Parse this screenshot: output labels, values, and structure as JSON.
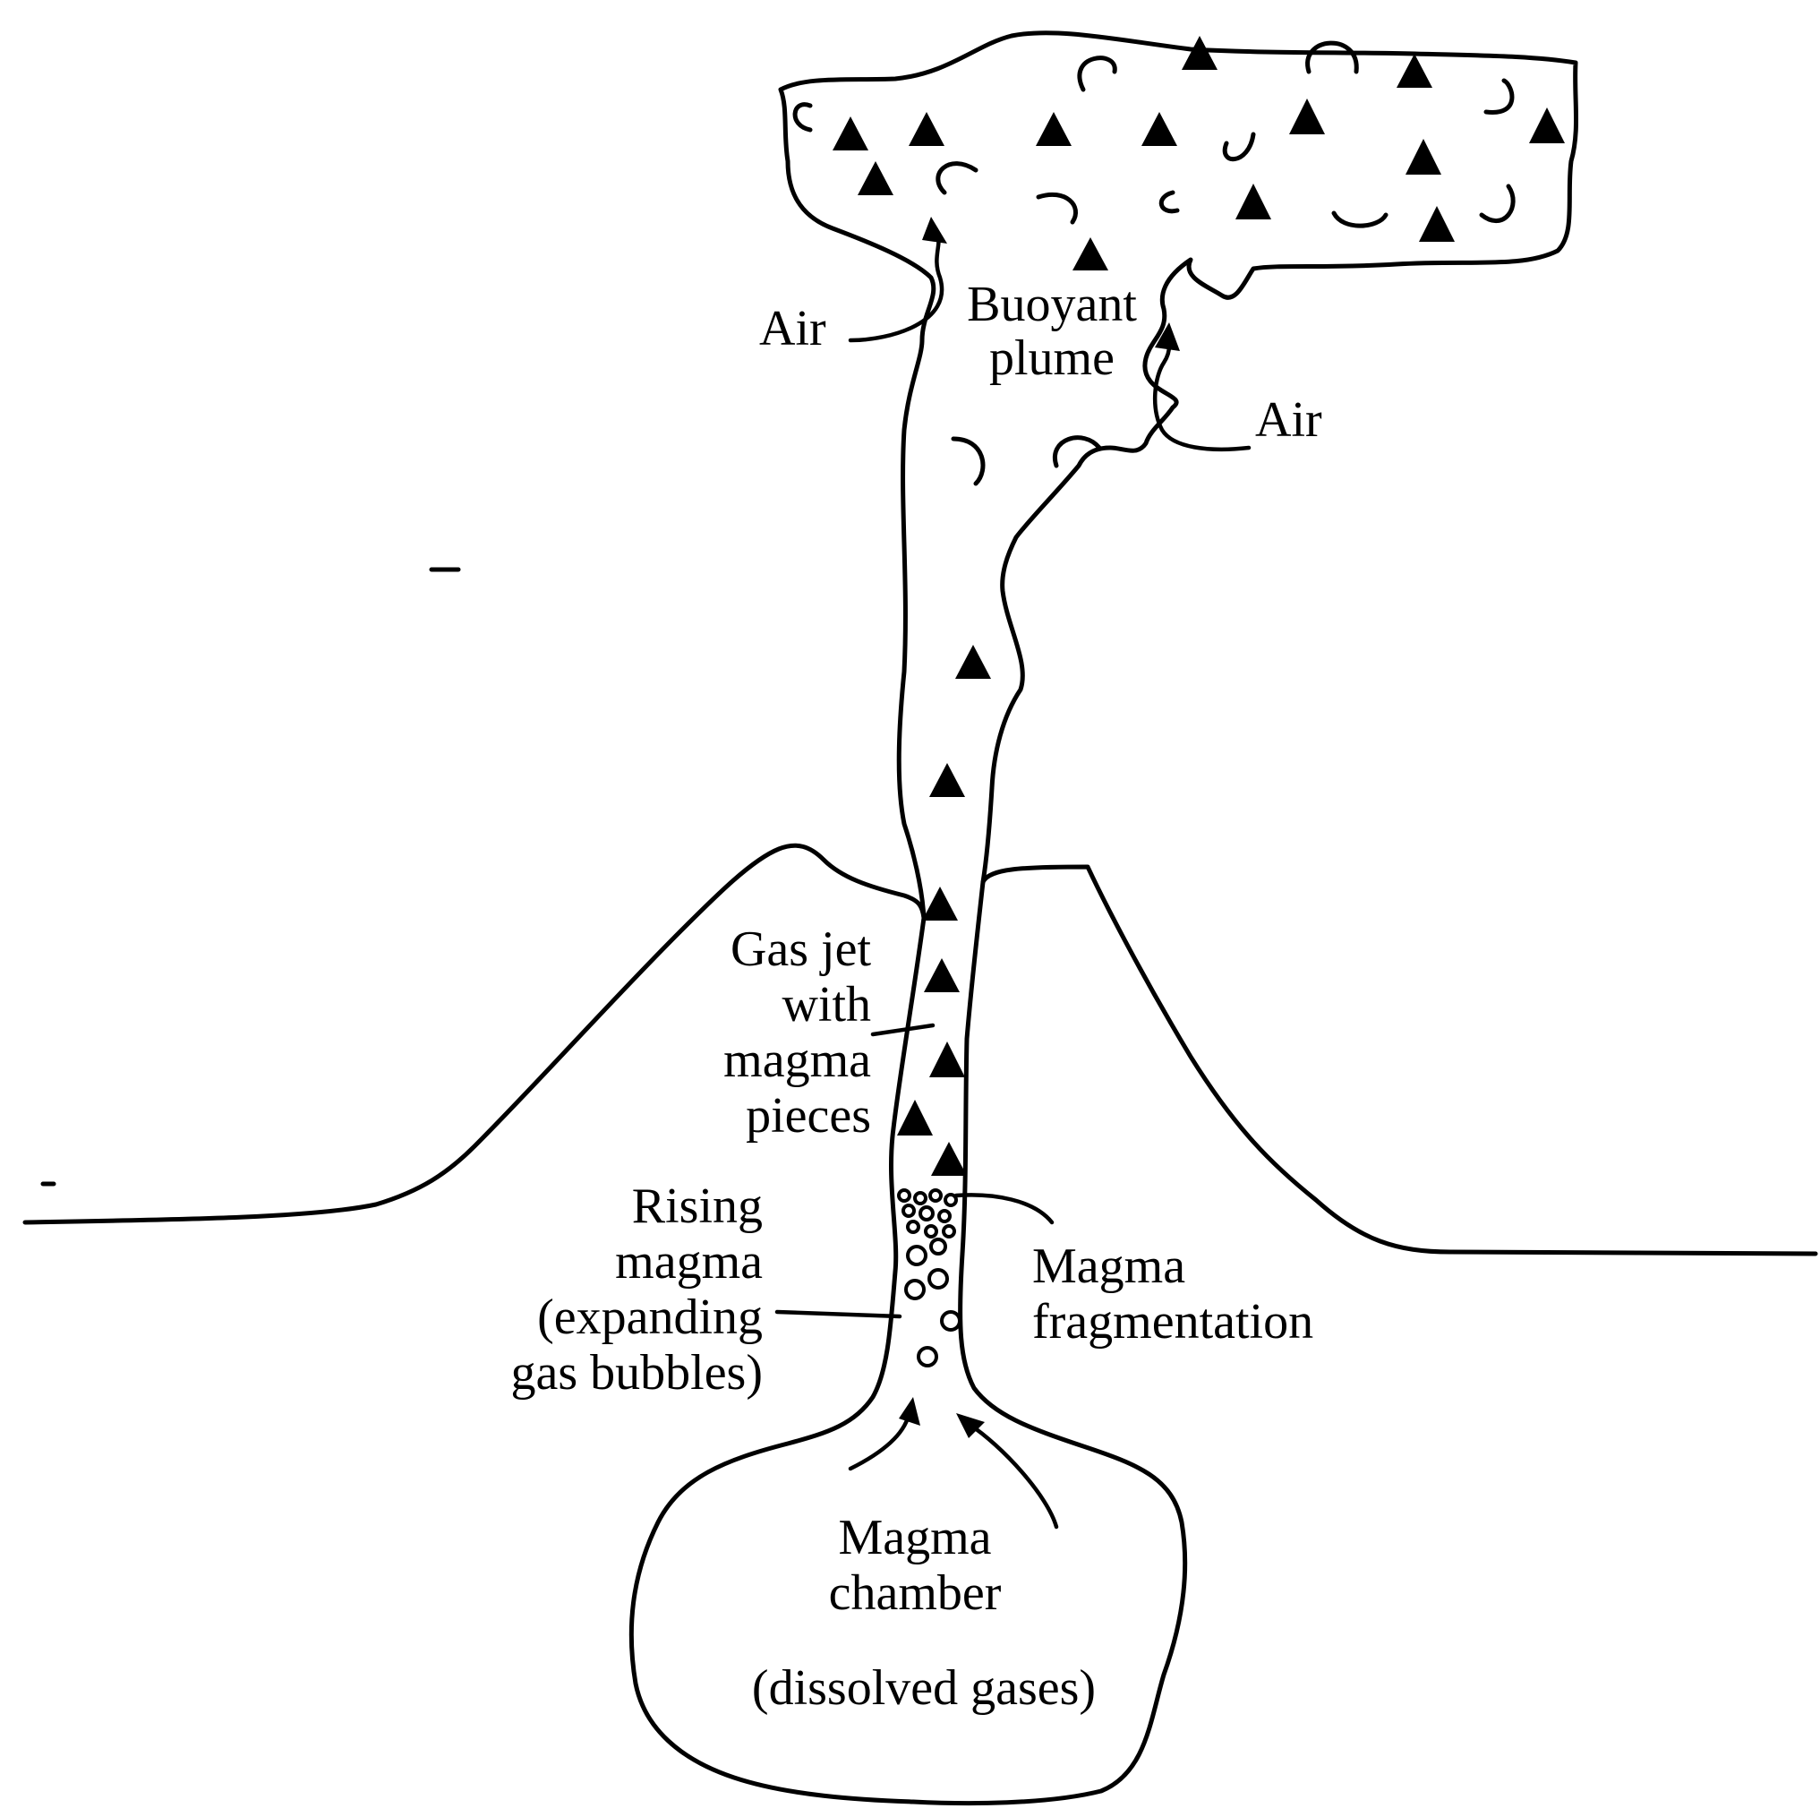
{
  "labels": {
    "air_left": "Air",
    "buoyant_plume_1": "Buoyant",
    "buoyant_plume_2": "plume",
    "air_right": "Air",
    "gas_jet_1": "Gas jet",
    "gas_jet_2": "with",
    "gas_jet_3": "magma",
    "gas_jet_4": "pieces",
    "rising_1": "Rising",
    "rising_2": "magma",
    "rising_3": "(expanding",
    "rising_4": "gas bubbles)",
    "fragmentation_1": "Magma",
    "fragmentation_2": "fragmentation",
    "chamber_1": "Magma",
    "chamber_2": "chamber",
    "chamber_3": "(dissolved gases)"
  },
  "colors": {
    "ink": "#000000",
    "background": "#ffffff"
  }
}
